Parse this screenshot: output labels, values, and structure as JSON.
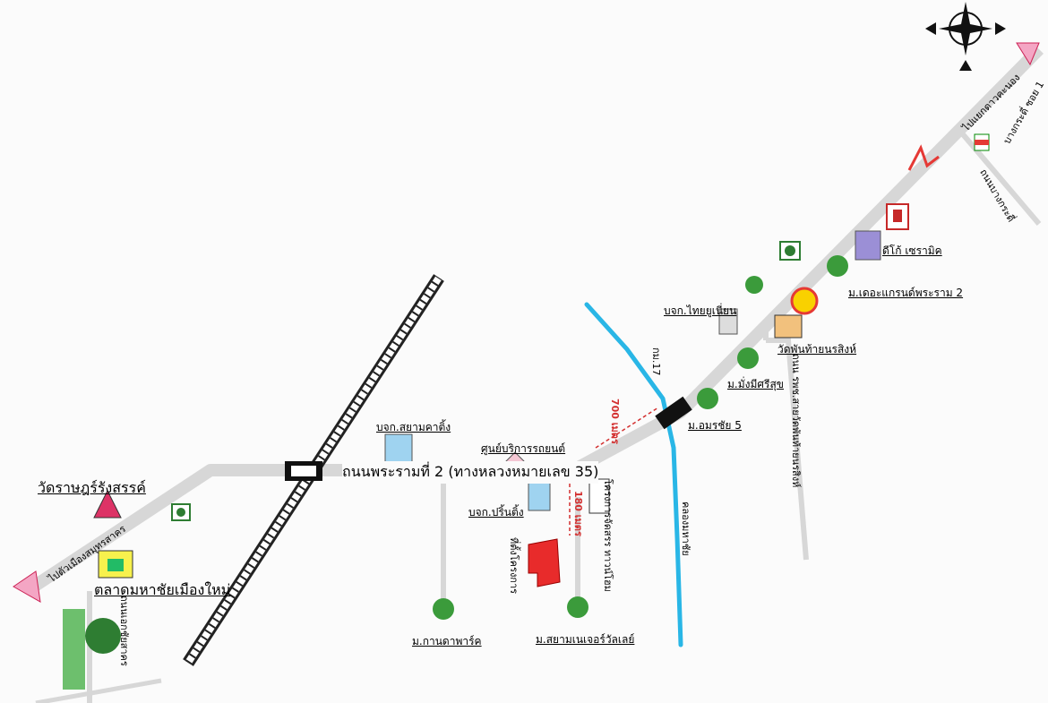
{
  "map": {
    "main_road_label": "ถนนพระรามที่ 2 (ทางหลวงหมายเลข 35)",
    "to_samut_sakhon": "ไปตัวเมืองสมุทรสาคร",
    "to_dao_khanong": "ไปแยกดาวคะนอง",
    "bang_kradi_soi": "บางกระดี่ ซอย 1",
    "bang_kradi_road": "ถนนบางกระดี่",
    "soi_wat_phanthai": "ถนน รพช.สายวัดพันท้ายนรสิงห์",
    "canal": "คลองมหาชัย",
    "sakhon_road": "ถนนเอกชัยสาคร",
    "km17": "กม.17",
    "dist_700": "700 เมตร",
    "dist_180": "180 เมตร",
    "places": {
      "wat_rat": "วัดราษฎร์รังสรรค์",
      "talat": "ตลาดมหาชัยเมืองใหม่",
      "siam_cutting": "บจก.สยามคาติ้ง",
      "service_center": "ศูนย์บริการรถยนต์",
      "printing": "บจก.ปริ้นติ้ง",
      "factory": "โครงการจัดสรร ทาวน์โฮม",
      "project": "ที่ตั้งโครงการ",
      "kanlapark": "ม.กานดาพาร์ค",
      "siam_rachamongkol": "ม.สยามเนเจอร์วัลเลย์",
      "thai_union": "บจก.ไทยยูเนี่ยน",
      "wat_phanthai": "วัดพันท้ายนรสิงห์",
      "mangmee": "ม.มั่งมีศรีสุข",
      "amornchai": "ม.อมรชัย 5",
      "the_grand": "ม.เดอะแกรนด์พระราม 2",
      "dico": "ดีโก้ เซรามิค"
    },
    "colors": {
      "road": "#d7d7d7",
      "canal": "#29b6e6",
      "project": "#e82b2b",
      "arrow": "#f4a6c4"
    }
  }
}
